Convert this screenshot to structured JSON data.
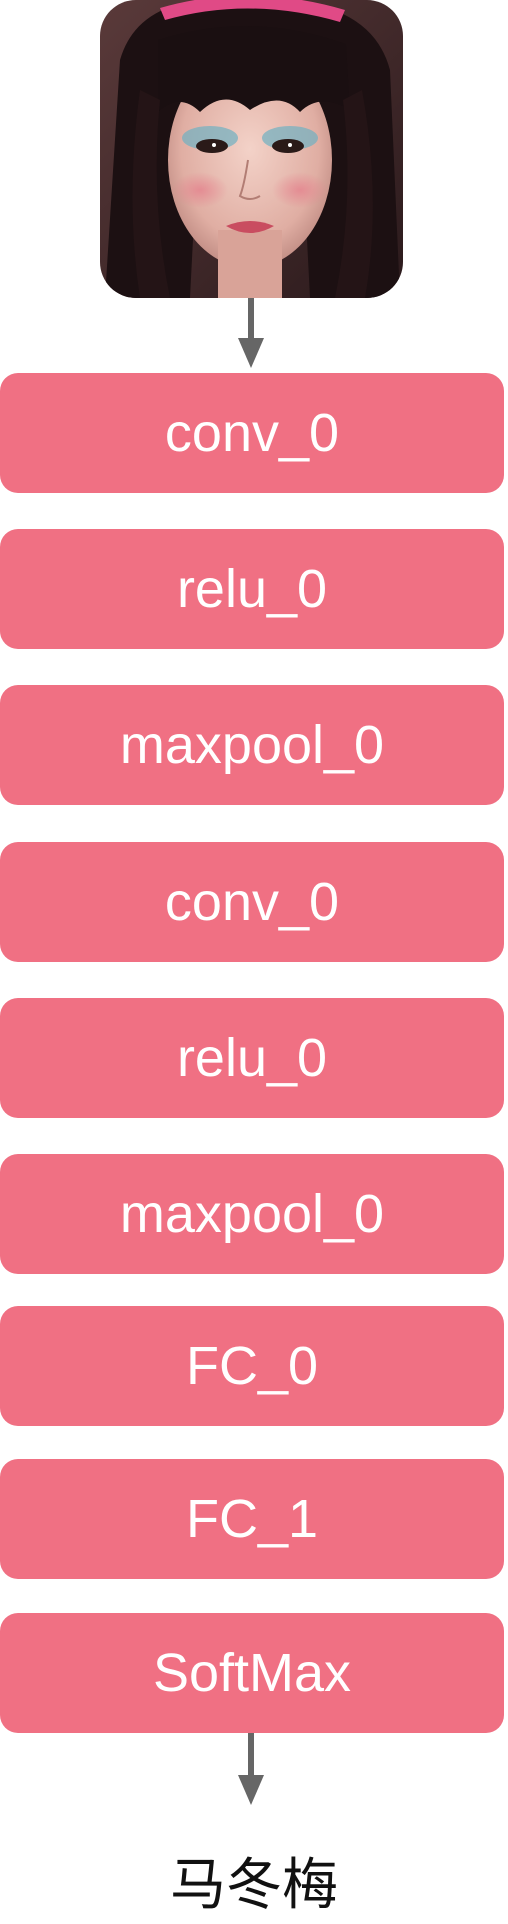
{
  "input": {
    "image_alt": "portrait photo input"
  },
  "layers": [
    {
      "label": "conv_0"
    },
    {
      "label": "relu_0"
    },
    {
      "label": "maxpool_0"
    },
    {
      "label": "conv_0"
    },
    {
      "label": "relu_0"
    },
    {
      "label": "maxpool_0"
    },
    {
      "label": "FC_0"
    },
    {
      "label": "FC_1"
    },
    {
      "label": "SoftMax"
    }
  ],
  "output": {
    "label": "马冬梅"
  },
  "colors": {
    "layer_fill": "#f07083",
    "layer_text": "#ffffff",
    "arrow": "#666666"
  }
}
